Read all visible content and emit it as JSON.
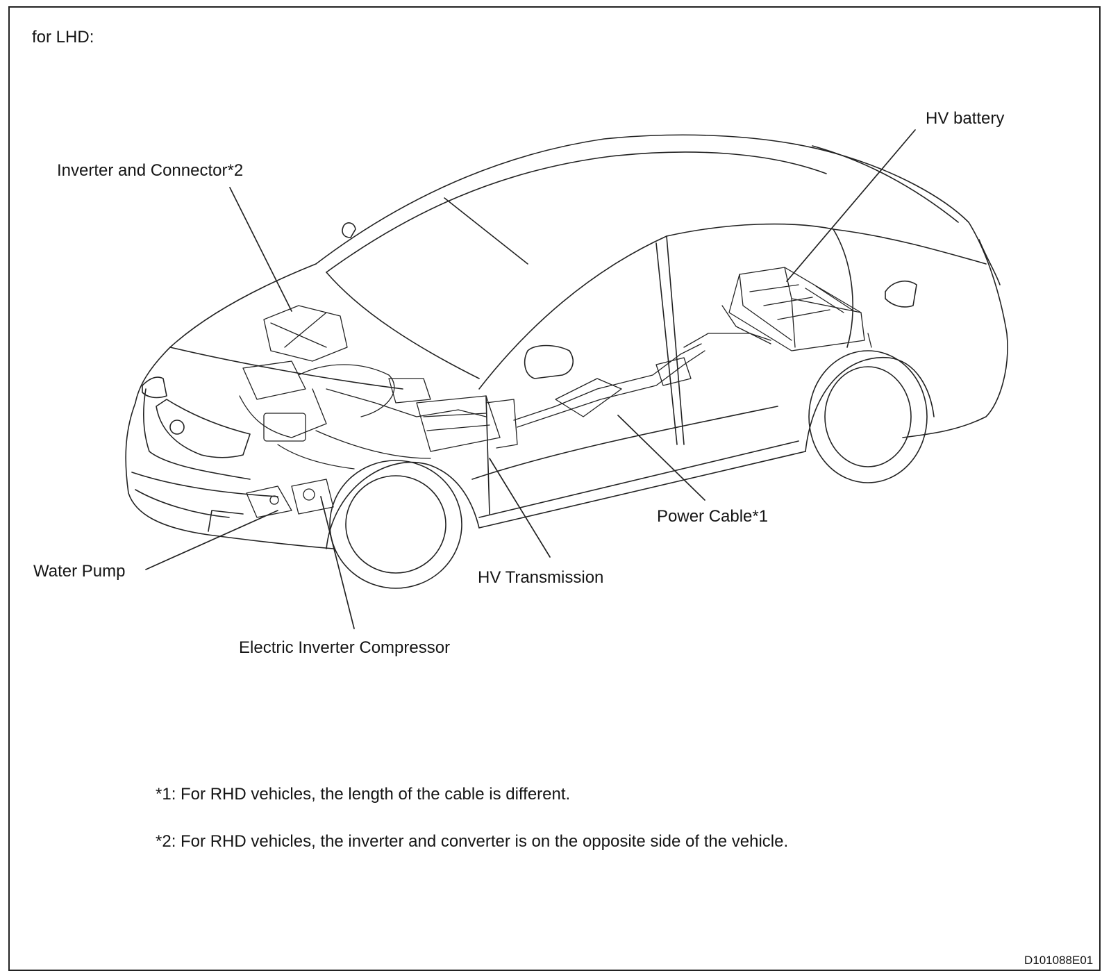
{
  "header": {
    "variant": "for LHD:"
  },
  "labels": {
    "hv_battery": "HV battery",
    "inverter_connector": "Inverter and Connector*2",
    "power_cable": "Power Cable*1",
    "water_pump": "Water Pump",
    "hv_transmission": "HV Transmission",
    "electric_inverter_compressor": "Electric Inverter Compressor"
  },
  "notes": {
    "note1": "*1: For RHD vehicles, the length of the cable is different.",
    "note2": "*2: For RHD vehicles, the inverter and converter is on the opposite side of the vehicle."
  },
  "figure_id": "D101088E01"
}
